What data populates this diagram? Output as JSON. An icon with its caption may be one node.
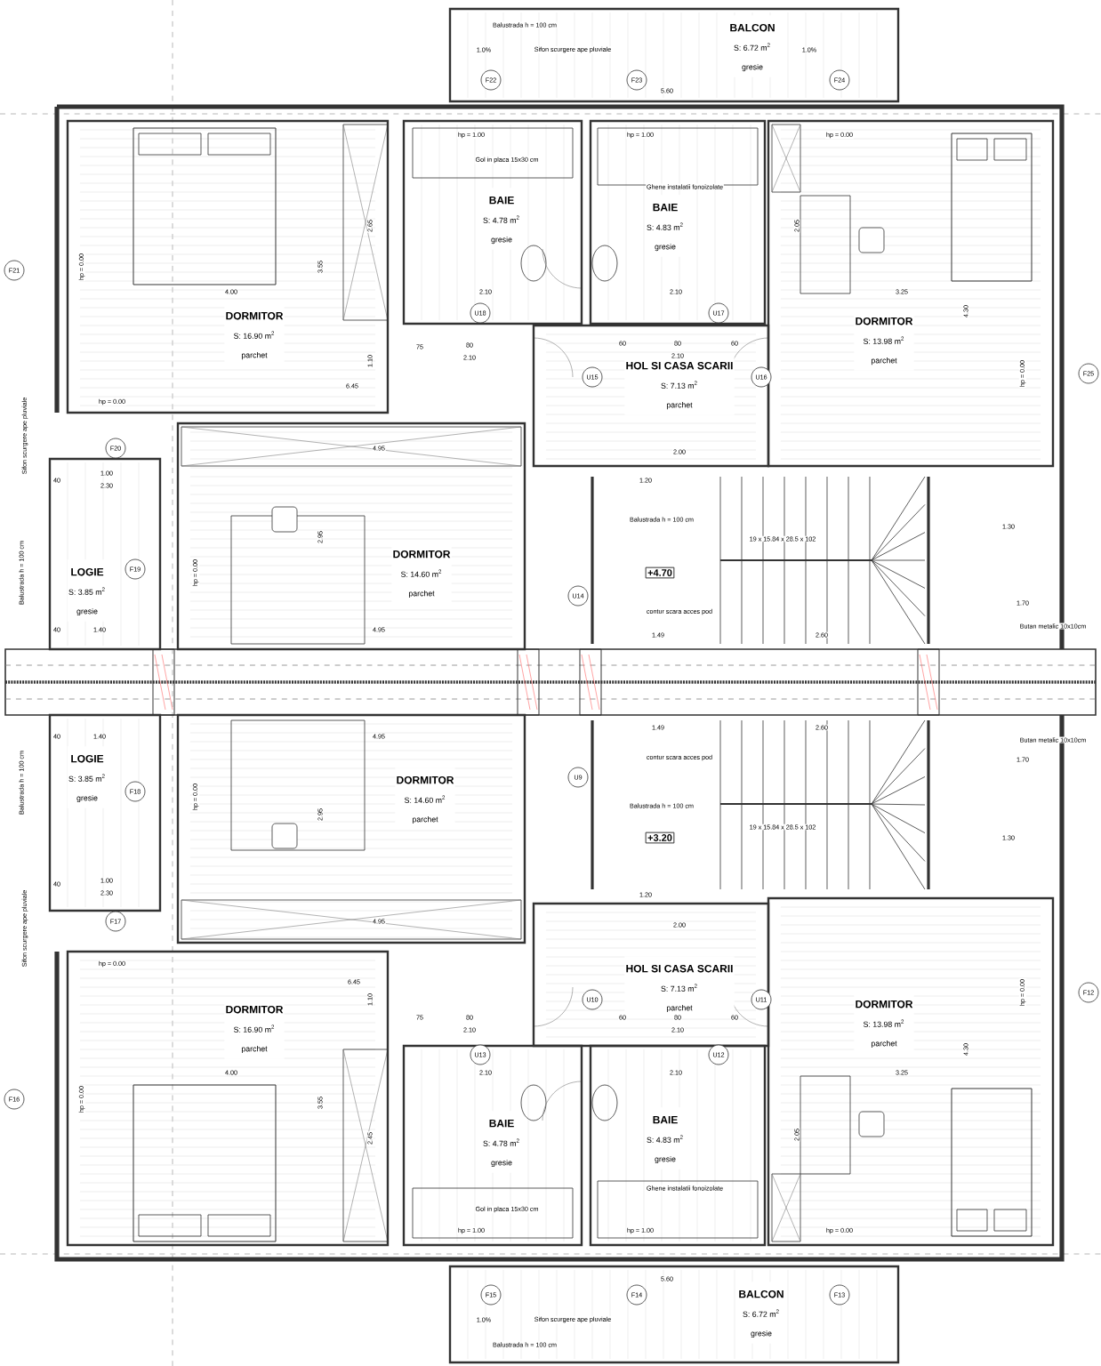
{
  "diagram": {
    "nodes": [
      {
        "text": [
          "BALCON",
          "S: 6.72 m$^{2}$",
          "gresie"
        ]
      },
      {
        "text": [
          "DORMITOR",
          "S: 16.90 m$^{2}$",
          "parchet"
        ]
      },
      {
        "text": [
          "BAIE",
          "S: 4.78 m$^{2}$",
          "gresie"
        ]
      },
      {
        "text": [
          "BAIE",
          "S: 4.83 m$^{2}$",
          "gresie"
        ]
      },
      {
        "text": [
          "DORMITOR",
          "S: 13.98 m$^{2}$",
          "parchet"
        ]
      },
      {
        "text": [
          "HOL SI CASA SCARII",
          "S: 7.13 m$^{2}$",
          "parchet"
        ]
      },
      {
        "text": [
          "LOGIE",
          "S: 3.85 m$^{2}$",
          "gresie"
        ]
      },
      {
        "text": [
          "DORMITOR",
          "S: 14.60 m$^{2}$",
          "parchet"
        ]
      },
      {
        "text": [
          "LOGIE",
          "S: 3.85 m$^{2}$",
          "gresie"
        ]
      },
      {
        "text": [
          "DORMITOR",
          "S: 14.60 m$^{2}$",
          "parchet"
        ]
      },
      {
        "text": [
          "HOL SI CASA SCARII",
          "S: 7.13 m$^{2}$",
          "parchet"
        ]
      },
      {
        "text": [
          "DORMITOR",
          "S: 16.90 m$^{2}$",
          "parchet"
        ]
      },
      {
        "text": [
          "DORMITOR",
          "S: 13.98 m$^{2}$",
          "parchet"
        ]
      },
      {
        "text": [
          "BAIE",
          "S: 4.78 m$^{2}$",
          "gresie"
        ]
      },
      {
        "text": [
          "BAIE",
          "S: 4.83 m$^{2}$",
          "gresie"
        ]
      },
      {
        "text": [
          "BALCON",
          "S: 6.72 m$^{2}$",
          "gresie"
        ]
      }
    ],
    "labels": [
      "Balustrada h = 100 cm",
      "1.0%",
      "Sifon scurgere ape pluviale",
      "1.0%",
      "F22",
      "F23",
      "5.60",
      "F24",
      "hp = 1.00",
      "Gol in placa 15x30 cm",
      "hp = 1.00",
      "Ghene instalatii fonoizolate",
      "hp = 0.00",
      "hp = 0.00",
      "4.00",
      "3.55",
      "2.65",
      "1.10",
      "6.45",
      "75",
      "80",
      "2.10",
      "2.10",
      "U18",
      "2.10",
      "U17",
      "2.05",
      "3.25",
      "4.30",
      "hp = 0.00",
      "F21",
      "F25",
      "60",
      "80",
      "60",
      "2.10",
      "U15",
      "U16",
      "hp = 0.00",
      "4.95",
      "2.00",
      "F20",
      "Sifon scurgere ape pluviale",
      "40",
      "1.00",
      "2.30",
      "1.20",
      "1.30",
      "Balustrada h = 100 cm",
      "19 x 15.84 x 28.5 x 102",
      "F19",
      "Balustrada h = 100 cm",
      "hp = 0.00",
      "2.95",
      "+4.70",
      "U14",
      "1.70",
      "contur scara acces pod",
      "Butan metalic 10x10cm",
      "40",
      "1.40",
      "4.95",
      "1.49",
      "2.60",
      "40",
      "1.40",
      "4.95",
      "1.49",
      "2.60",
      "Butan metalic 10x10cm",
      "contur scara acces pod",
      "1.70",
      "U9",
      "F18",
      "Balustrada h = 100 cm",
      "hp = 0.00",
      "2.95",
      "Balustrada h = 100 cm",
      "+3.20",
      "19 x 15.84 x 28.5 x 102",
      "1.30",
      "40",
      "1.00",
      "2.30",
      "1.20",
      "F17",
      "Sifon scurgere ape pluviale",
      "4.95",
      "2.00",
      "hp = 0.00",
      "6.45",
      "1.10",
      "U10",
      "U11",
      "hp = 0.00",
      "F12",
      "75",
      "80",
      "2.10",
      "60",
      "80",
      "60",
      "2.10",
      "U13",
      "U12",
      "4.30",
      "4.00",
      "2.10",
      "2.10",
      "3.25",
      "hp = 0.00",
      "F16",
      "3.55",
      "2.45",
      "2.05",
      "Ghene instalatii fonoizolate",
      "Gol in placa 15x30 cm",
      "hp = 1.00",
      "hp = 1.00",
      "hp = 0.00",
      "5.60",
      "F15",
      "F14",
      "F13",
      "1.0%",
      "Sifon scurgere ape pluviale",
      "Balustrada h = 100 cm"
    ]
  }
}
